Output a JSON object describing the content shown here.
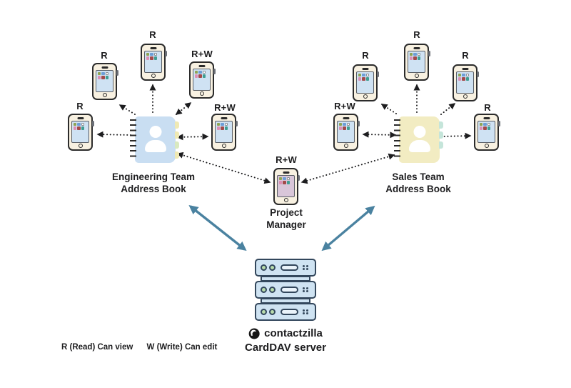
{
  "legend": {
    "read": "R (Read) Can view",
    "write": "W (Write) Can edit"
  },
  "server": {
    "brand": "contactzilla",
    "label": "CardDAV server"
  },
  "engineering": {
    "title_line1": "Engineering Team",
    "title_line2": "Address Book",
    "book_color": "#c9def2",
    "phones": [
      {
        "position": "top-left",
        "access": "R",
        "sync": "one-way"
      },
      {
        "position": "top",
        "access": "R",
        "sync": "one-way"
      },
      {
        "position": "top-right",
        "access": "R+W",
        "sync": "two-way"
      },
      {
        "position": "left",
        "access": "R",
        "sync": "one-way"
      },
      {
        "position": "right",
        "access": "R+W",
        "sync": "two-way"
      }
    ]
  },
  "sales": {
    "title_line1": "Sales Team",
    "title_line2": "Address Book",
    "book_color": "#f2ecc2",
    "phones": [
      {
        "position": "top-left",
        "access": "R",
        "sync": "one-way"
      },
      {
        "position": "top",
        "access": "R",
        "sync": "one-way"
      },
      {
        "position": "top-right",
        "access": "R",
        "sync": "one-way"
      },
      {
        "position": "left",
        "access": "R+W",
        "sync": "two-way"
      },
      {
        "position": "right",
        "access": "R",
        "sync": "one-way"
      }
    ]
  },
  "project_manager": {
    "access": "R+W",
    "title_line1": "Project",
    "title_line2": "Manager",
    "sync": "two-way"
  },
  "colors": {
    "sync_arrow": "#4a82a0",
    "dotted_arrow": "#1d1d1f",
    "server_outline": "#33475c"
  }
}
